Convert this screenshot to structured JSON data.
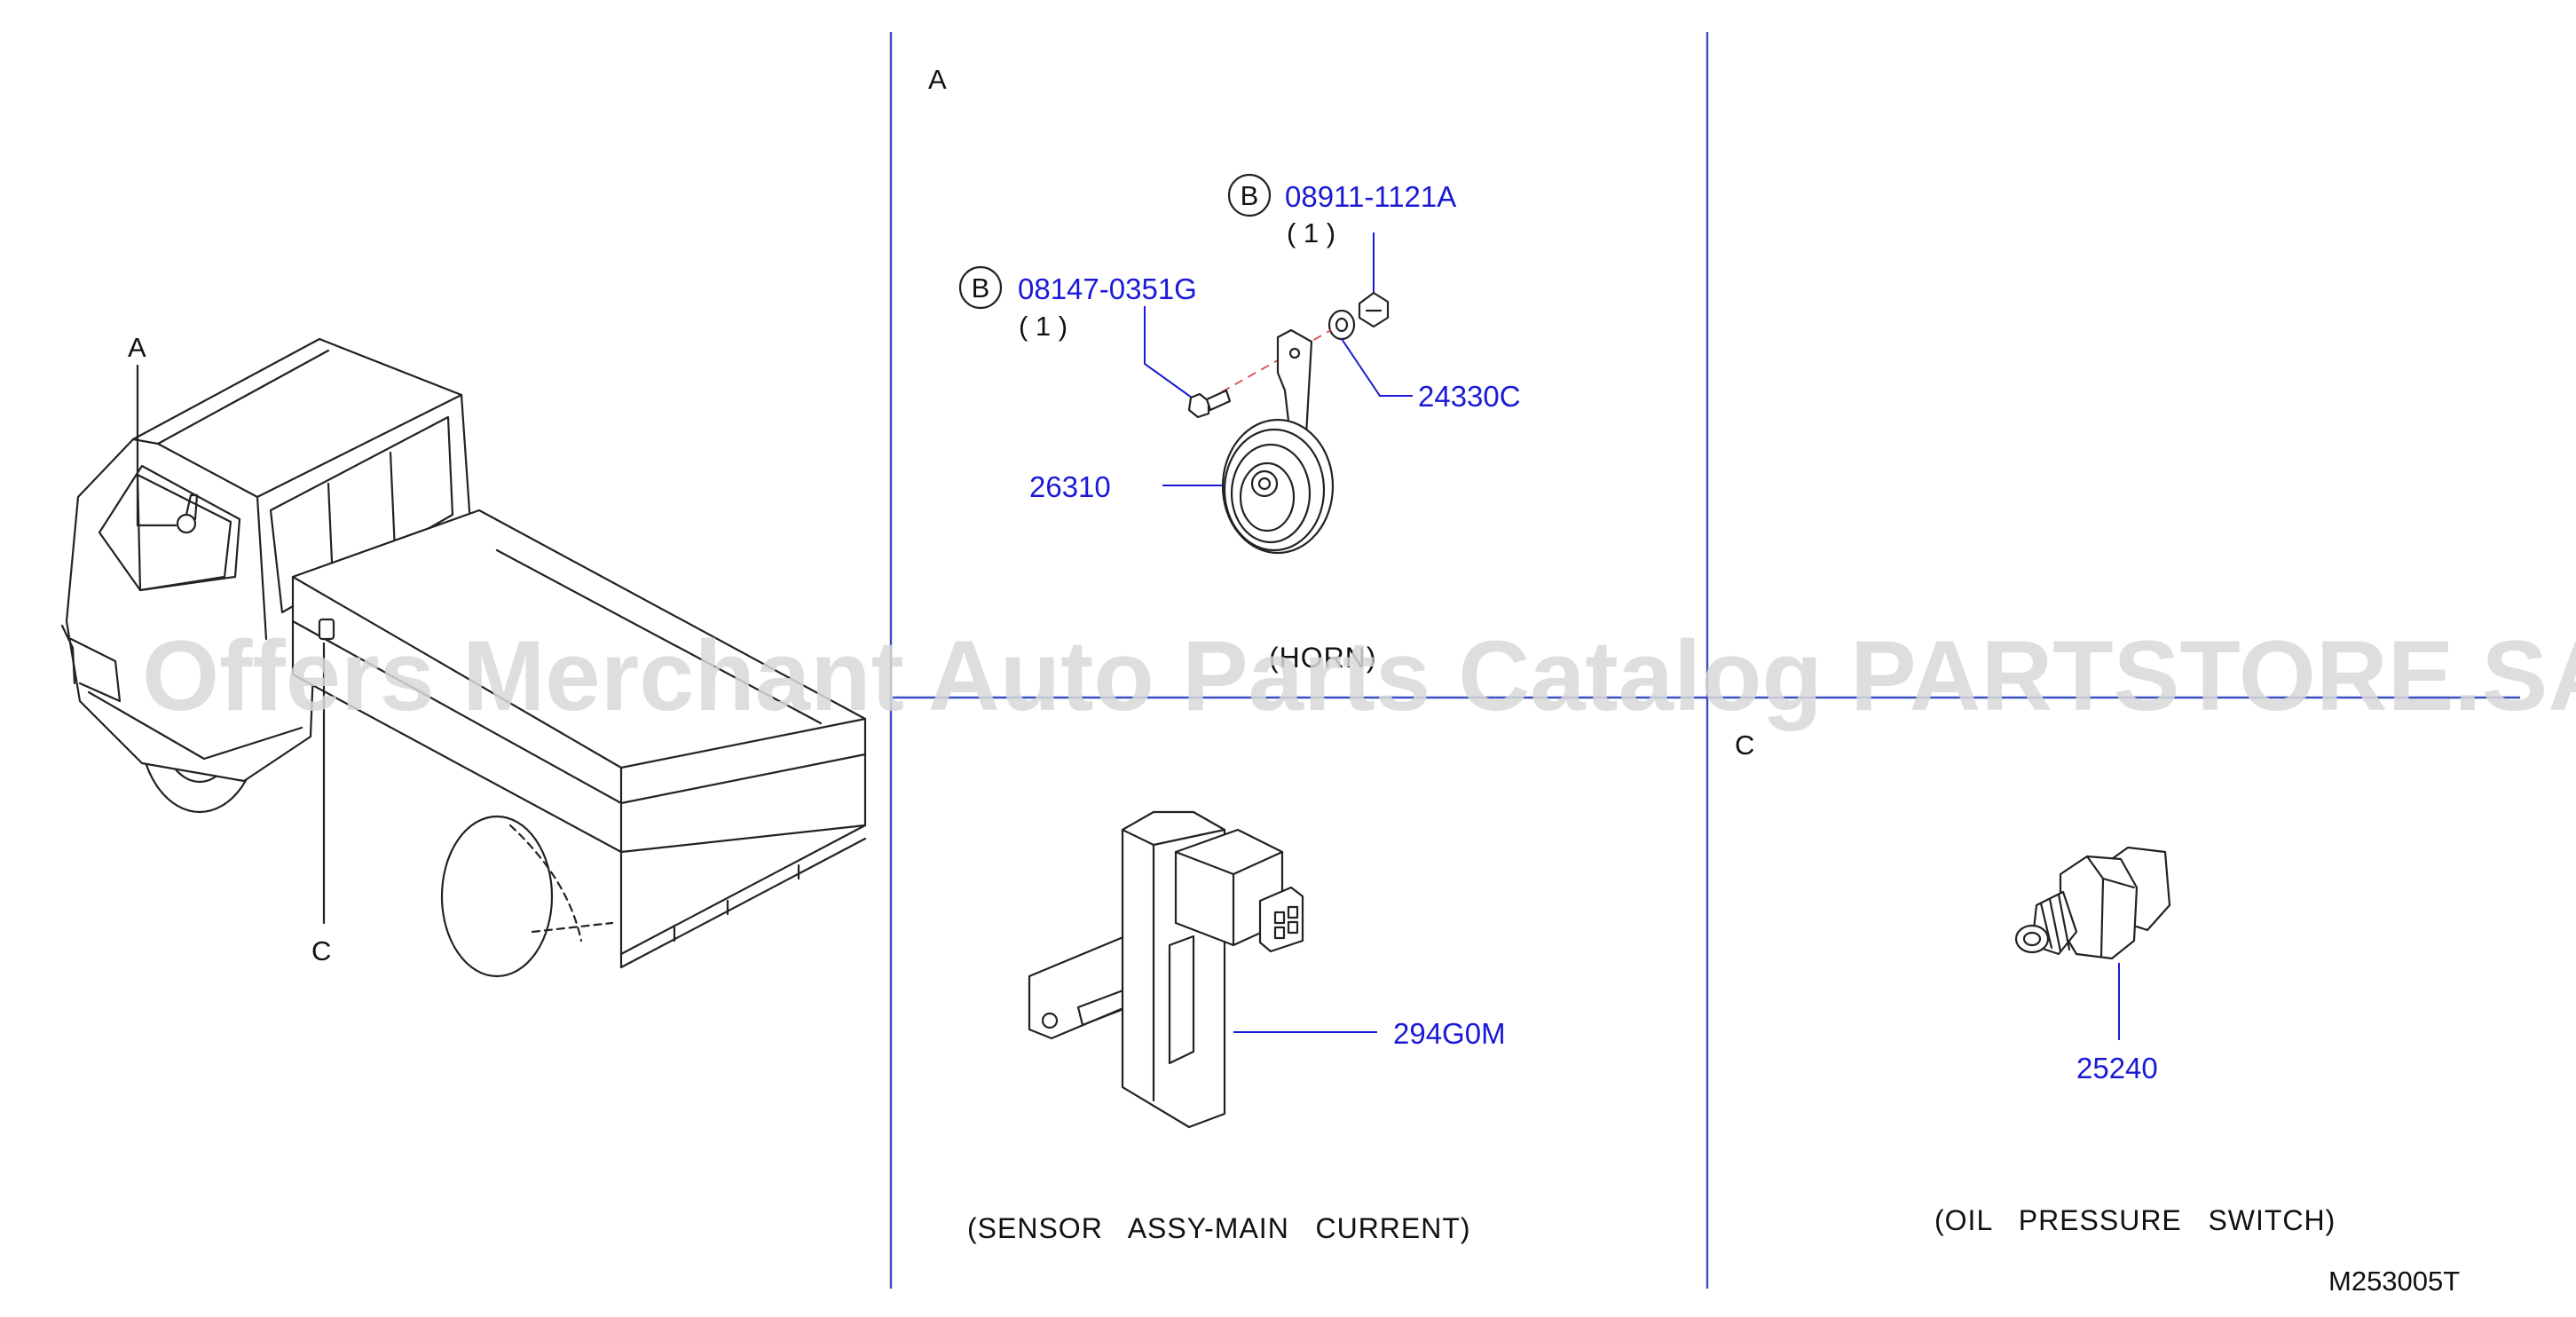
{
  "sections": {
    "a": {
      "label": "A"
    },
    "c": {
      "label": "C"
    }
  },
  "overview": {
    "marker_a": "A",
    "marker_c": "C"
  },
  "horn": {
    "bolt": {
      "circle": "B",
      "part": "08147-0351G",
      "qty": "( 1 )"
    },
    "nut": {
      "circle": "B",
      "part": "08911-1121A",
      "qty": "( 1 )"
    },
    "washer_part": "24330C",
    "horn_part": "26310",
    "caption": "(HORN)"
  },
  "sensor": {
    "part": "294G0M",
    "caption": "(SENSOR   ASSY-MAIN   CURRENT)"
  },
  "oil_switch": {
    "part": "25240",
    "caption": "(OIL   PRESSURE   SWITCH)"
  },
  "drawing_code": "M253005T",
  "watermark": "Offers Merchant Auto Parts Catalog PARTSTORE.SA",
  "colors": {
    "callout_blue": "#1a1ad6",
    "divider_blue": "#3b4fc4",
    "line_black": "#222222",
    "watermark_gray": "#d9d9d9"
  }
}
